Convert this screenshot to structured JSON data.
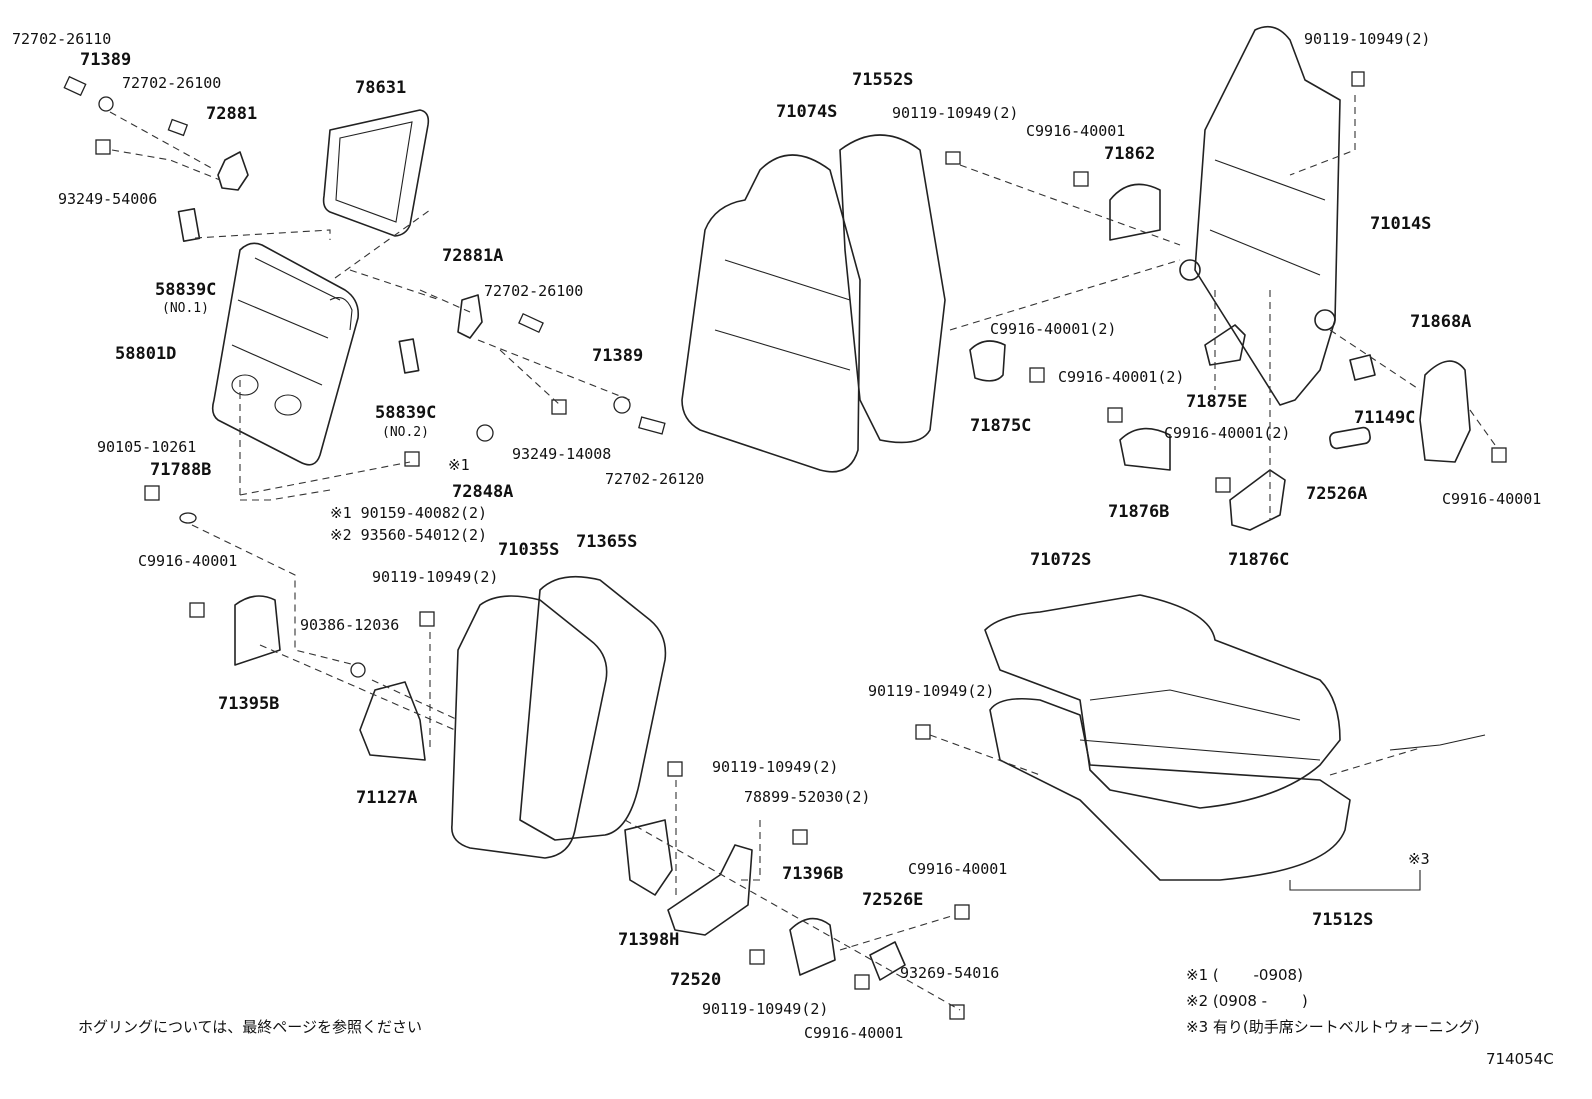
{
  "labels": {
    "p72702_26110": "72702-26110",
    "p71389_a": "71389",
    "p72702_26100_a": "72702-26100",
    "p72881": "72881",
    "p78631": "78631",
    "p93249_54006": "93249-54006",
    "p58839C_1": "58839C",
    "p58839C_1_sub": "(NO.1)",
    "p58801D": "58801D",
    "p72881A": "72881A",
    "p72702_26100_b": "72702-26100",
    "p71389_b": "71389",
    "p58839C_2": "58839C",
    "p58839C_2_sub": "(NO.2)",
    "p93249_14008": "93249-14008",
    "p72702_26120": "72702-26120",
    "p90105_10261": "90105-10261",
    "p71788B": "71788B",
    "p72848A_mark": "※1",
    "p72848A": "72848A",
    "p90159_40082": "※1 90159-40082(2)",
    "p93560_54012": "※2 93560-54012(2)",
    "p71552S": "71552S",
    "p71074S": "71074S",
    "p90119_10949_a": "90119-10949(2)",
    "p90119_10949_b": "90119-10949(2)",
    "pC9916_40001_a": "C9916-40001",
    "p71862": "71862",
    "p71014S": "71014S",
    "pC9916_40001_2a": "C9916-40001(2)",
    "pC9916_40001_2b": "C9916-40001(2)",
    "p71875C": "71875C",
    "p71875E": "71875E",
    "p71868A": "71868A",
    "p71149C": "71149C",
    "pC9916_40001_2c": "C9916-40001(2)",
    "pC9916_40001_b": "C9916-40001",
    "p72526A": "72526A",
    "p71876B": "71876B",
    "p71876C": "71876C",
    "p71035S": "71035S",
    "p71365S": "71365S",
    "pC9916_40001_c": "C9916-40001",
    "p90119_10949_c": "90119-10949(2)",
    "p90386_12036": "90386-12036",
    "p71395B": "71395B",
    "p71127A": "71127A",
    "p71072S": "71072S",
    "p90119_10949_d": "90119-10949(2)",
    "p90119_10949_e": "90119-10949(2)",
    "p78899_52030": "78899-52030(2)",
    "p71396B": "71396B",
    "pC9916_40001_d": "C9916-40001",
    "p72526E": "72526E",
    "p71398H": "71398H",
    "p72520": "72520",
    "p93269_54016": "93269-54016",
    "p90119_10949_f": "90119-10949(2)",
    "pC9916_40001_e": "C9916-40001",
    "p71512S": "71512S",
    "pmark3": "※3"
  },
  "notes": {
    "legend1": "※1 (　　 -0908)",
    "legend2": "※2 (0908 -　　 )",
    "legend3": "※3 有り(助手席シートベルトウォーニング)",
    "hog_note": "ホグリングについては、最終ページを参照ください",
    "drawing_no": "714054C"
  }
}
